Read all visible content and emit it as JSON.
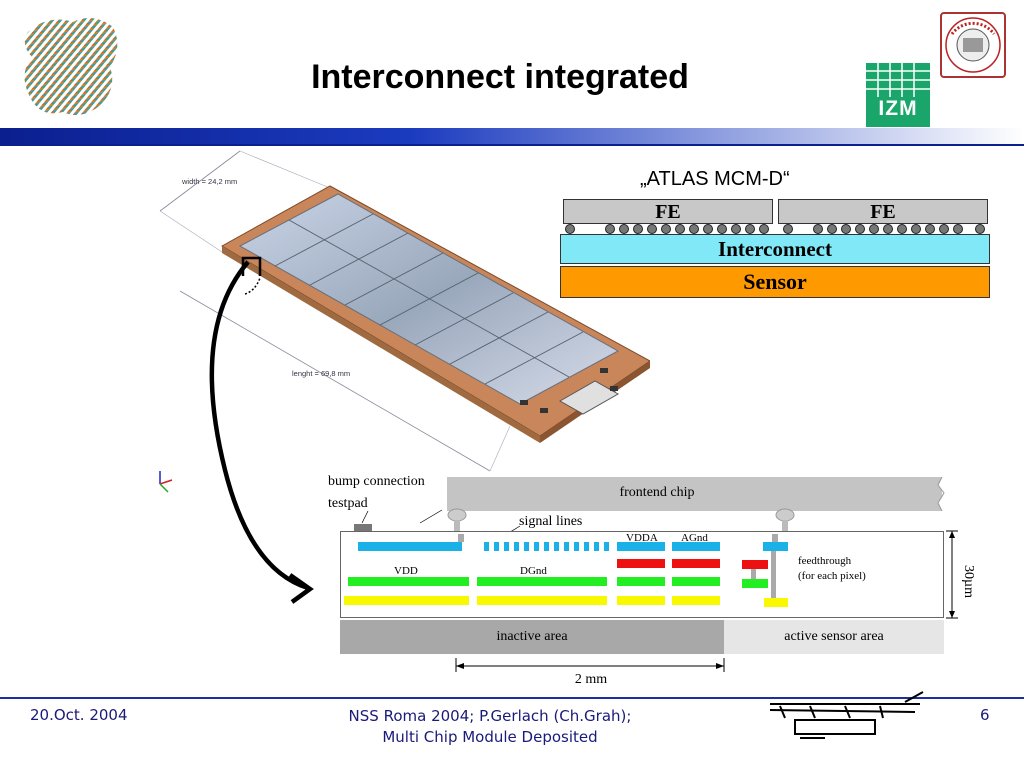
{
  "slide": {
    "title": "Interconnect integrated",
    "footer": {
      "date": "20.Oct. 2004",
      "conference_line1": "NSS Roma 2004; P.Gerlach (Ch.Grah);",
      "conference_line2": "Multi Chip Module Deposited",
      "page": "6"
    },
    "logos": {
      "izm_text": "IZM",
      "collab_seal_text": "ATLAS Pixel Detector Collaboration"
    }
  },
  "module_drawing": {
    "width_label": "width = 24,2 mm",
    "length_label": "lenght = 69,8 mm"
  },
  "stack_diagram": {
    "caption": "„ATLAS MCM-D“",
    "fe_left": "FE",
    "fe_right": "FE",
    "interconnect": "Interconnect",
    "sensor": "Sensor",
    "colors": {
      "fe": "#c8c8c8",
      "interconnect": "#80e8f6",
      "sensor": "#ff9900"
    }
  },
  "cross_section": {
    "bump_label_line1": "bump connection",
    "bump_label_line2": "testpad",
    "signal_lines": "signal lines",
    "frontend_chip": "frontend chip",
    "vdda": "VDDA",
    "agnd": "AGnd",
    "vdd": "VDD",
    "dgnd": "DGnd",
    "feedthrough_line1": "feedthrough",
    "feedthrough_line2": "(for each pixel)",
    "thickness": "30µm",
    "inactive_area": "inactive area",
    "active_area": "active sensor area",
    "dimension": "2 mm",
    "colors": {
      "cyan": "#1ab0e8",
      "green": "#22ee22",
      "yellow": "#f8f800",
      "red": "#ee1111"
    }
  }
}
